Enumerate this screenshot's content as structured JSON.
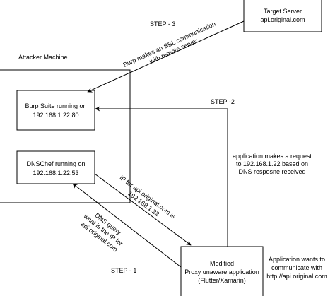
{
  "nodes": {
    "target": {
      "line1": "Target Server",
      "line2": "api.original.com"
    },
    "burp": {
      "line1": "Burp Suite running on",
      "line2": "192.168.1.22:80"
    },
    "dnschef": {
      "line1": "DNSChef running on",
      "line2": "192.168.1.22:53"
    },
    "app": {
      "line1": "Modified",
      "line2": "Proxy unaware application",
      "line3": "(Flutter/Xamarin)"
    }
  },
  "labels": {
    "attacker": "Attacker Machine",
    "step1": "STEP - 1",
    "step2": "STEP -2",
    "step3": "STEP - 3"
  },
  "edges": {
    "ssl": {
      "line1": "Burp makes an SSL communication",
      "line2": "with remote server"
    },
    "dns_reply": {
      "line1": "IP for api.original.com is",
      "line2": "192.168.1.22"
    },
    "dns_query": {
      "line1": "DNS query",
      "line2": "what is the IP for",
      "line3": "api.original.com"
    },
    "app_request": {
      "line1": "application makes a request",
      "line2": "to 192.168.1.22 based on",
      "line3": "DNS resposne received"
    }
  },
  "note": {
    "line1": "Application wants to",
    "line2": "communicate with",
    "line3": "http://api.original.com"
  }
}
